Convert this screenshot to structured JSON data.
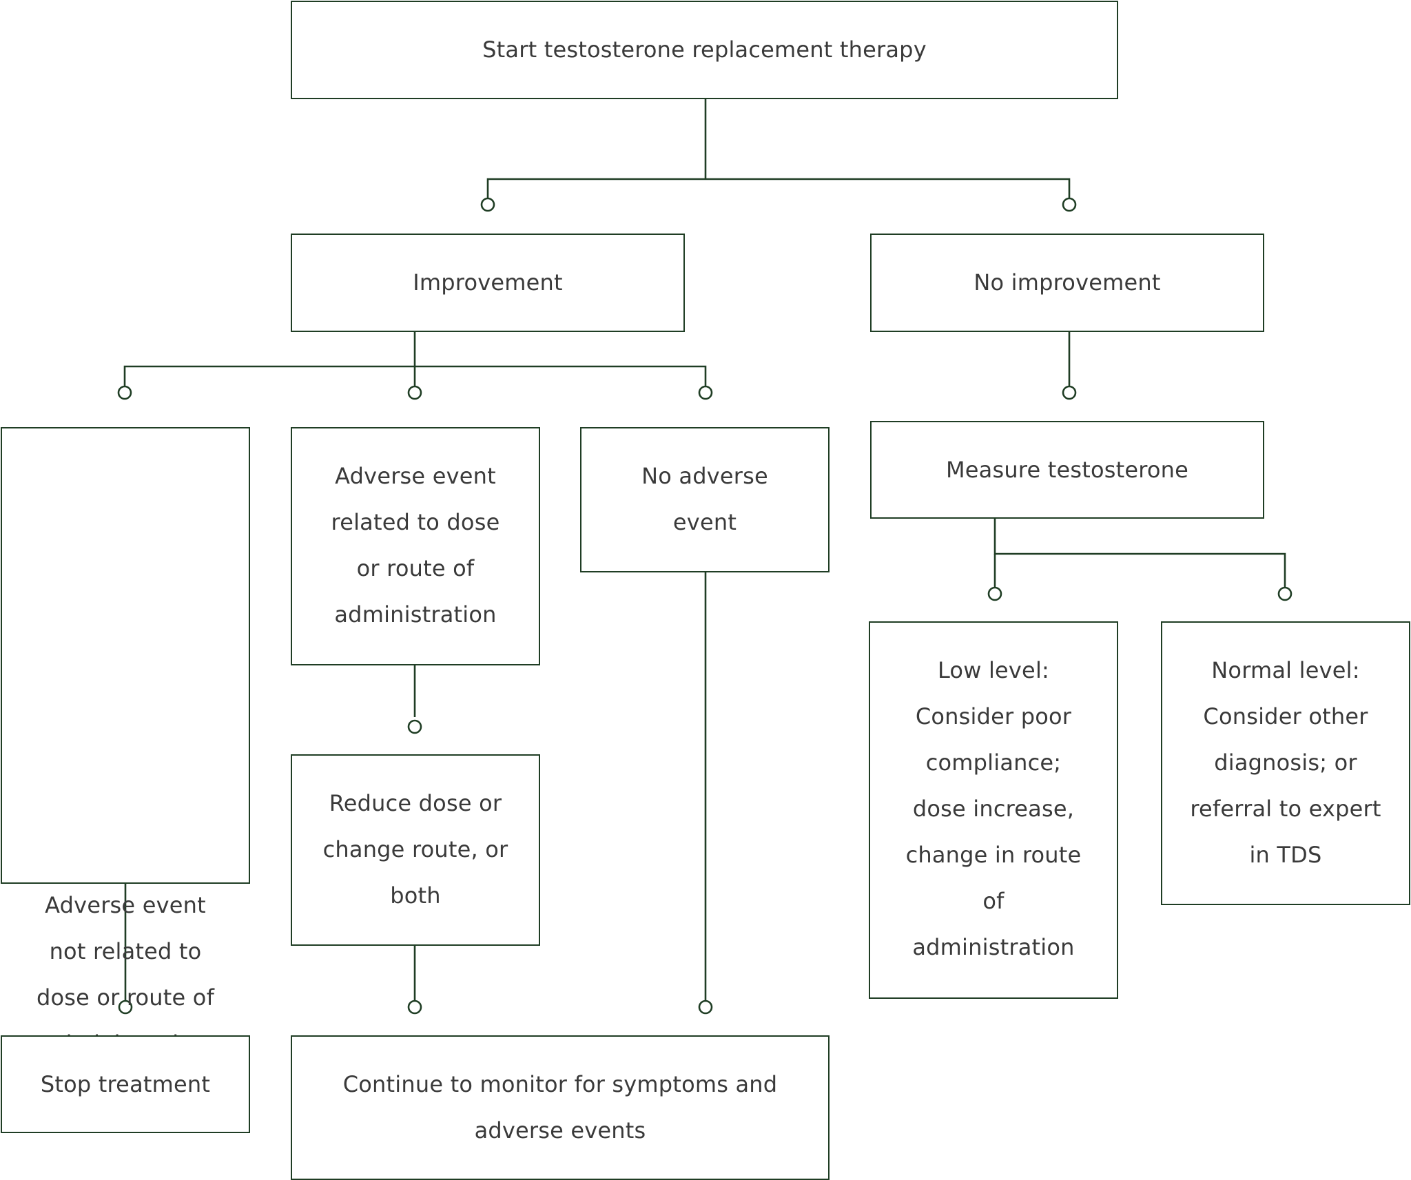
{
  "nodes": {
    "start": "Start testosterone replacement therapy",
    "improvement": "Improvement",
    "no_improvement": "No improvement",
    "ae_not_related": "Adverse event\nnot related to\ndose or route of\nadministration",
    "ae_related": "Adverse event\nrelated to dose\nor route of\nadministration",
    "no_adverse_event": "No adverse\nevent",
    "measure_testosterone": "Measure testosterone",
    "reduce_dose": "Reduce dose or\nchange route, or\nboth",
    "low_level": "Low level:\nConsider poor\ncompliance;\ndose increase,\nchange in route\nof\nadministration",
    "normal_level": "Normal level:\nConsider other\ndiagnosis; or\nreferral to expert\nin TDS",
    "stop_treatment": "Stop treatment",
    "continue_monitor": "Continue to monitor for symptoms and\nadverse events"
  },
  "colors": {
    "line": "#1f3d24",
    "text": "#3a3a3a"
  }
}
